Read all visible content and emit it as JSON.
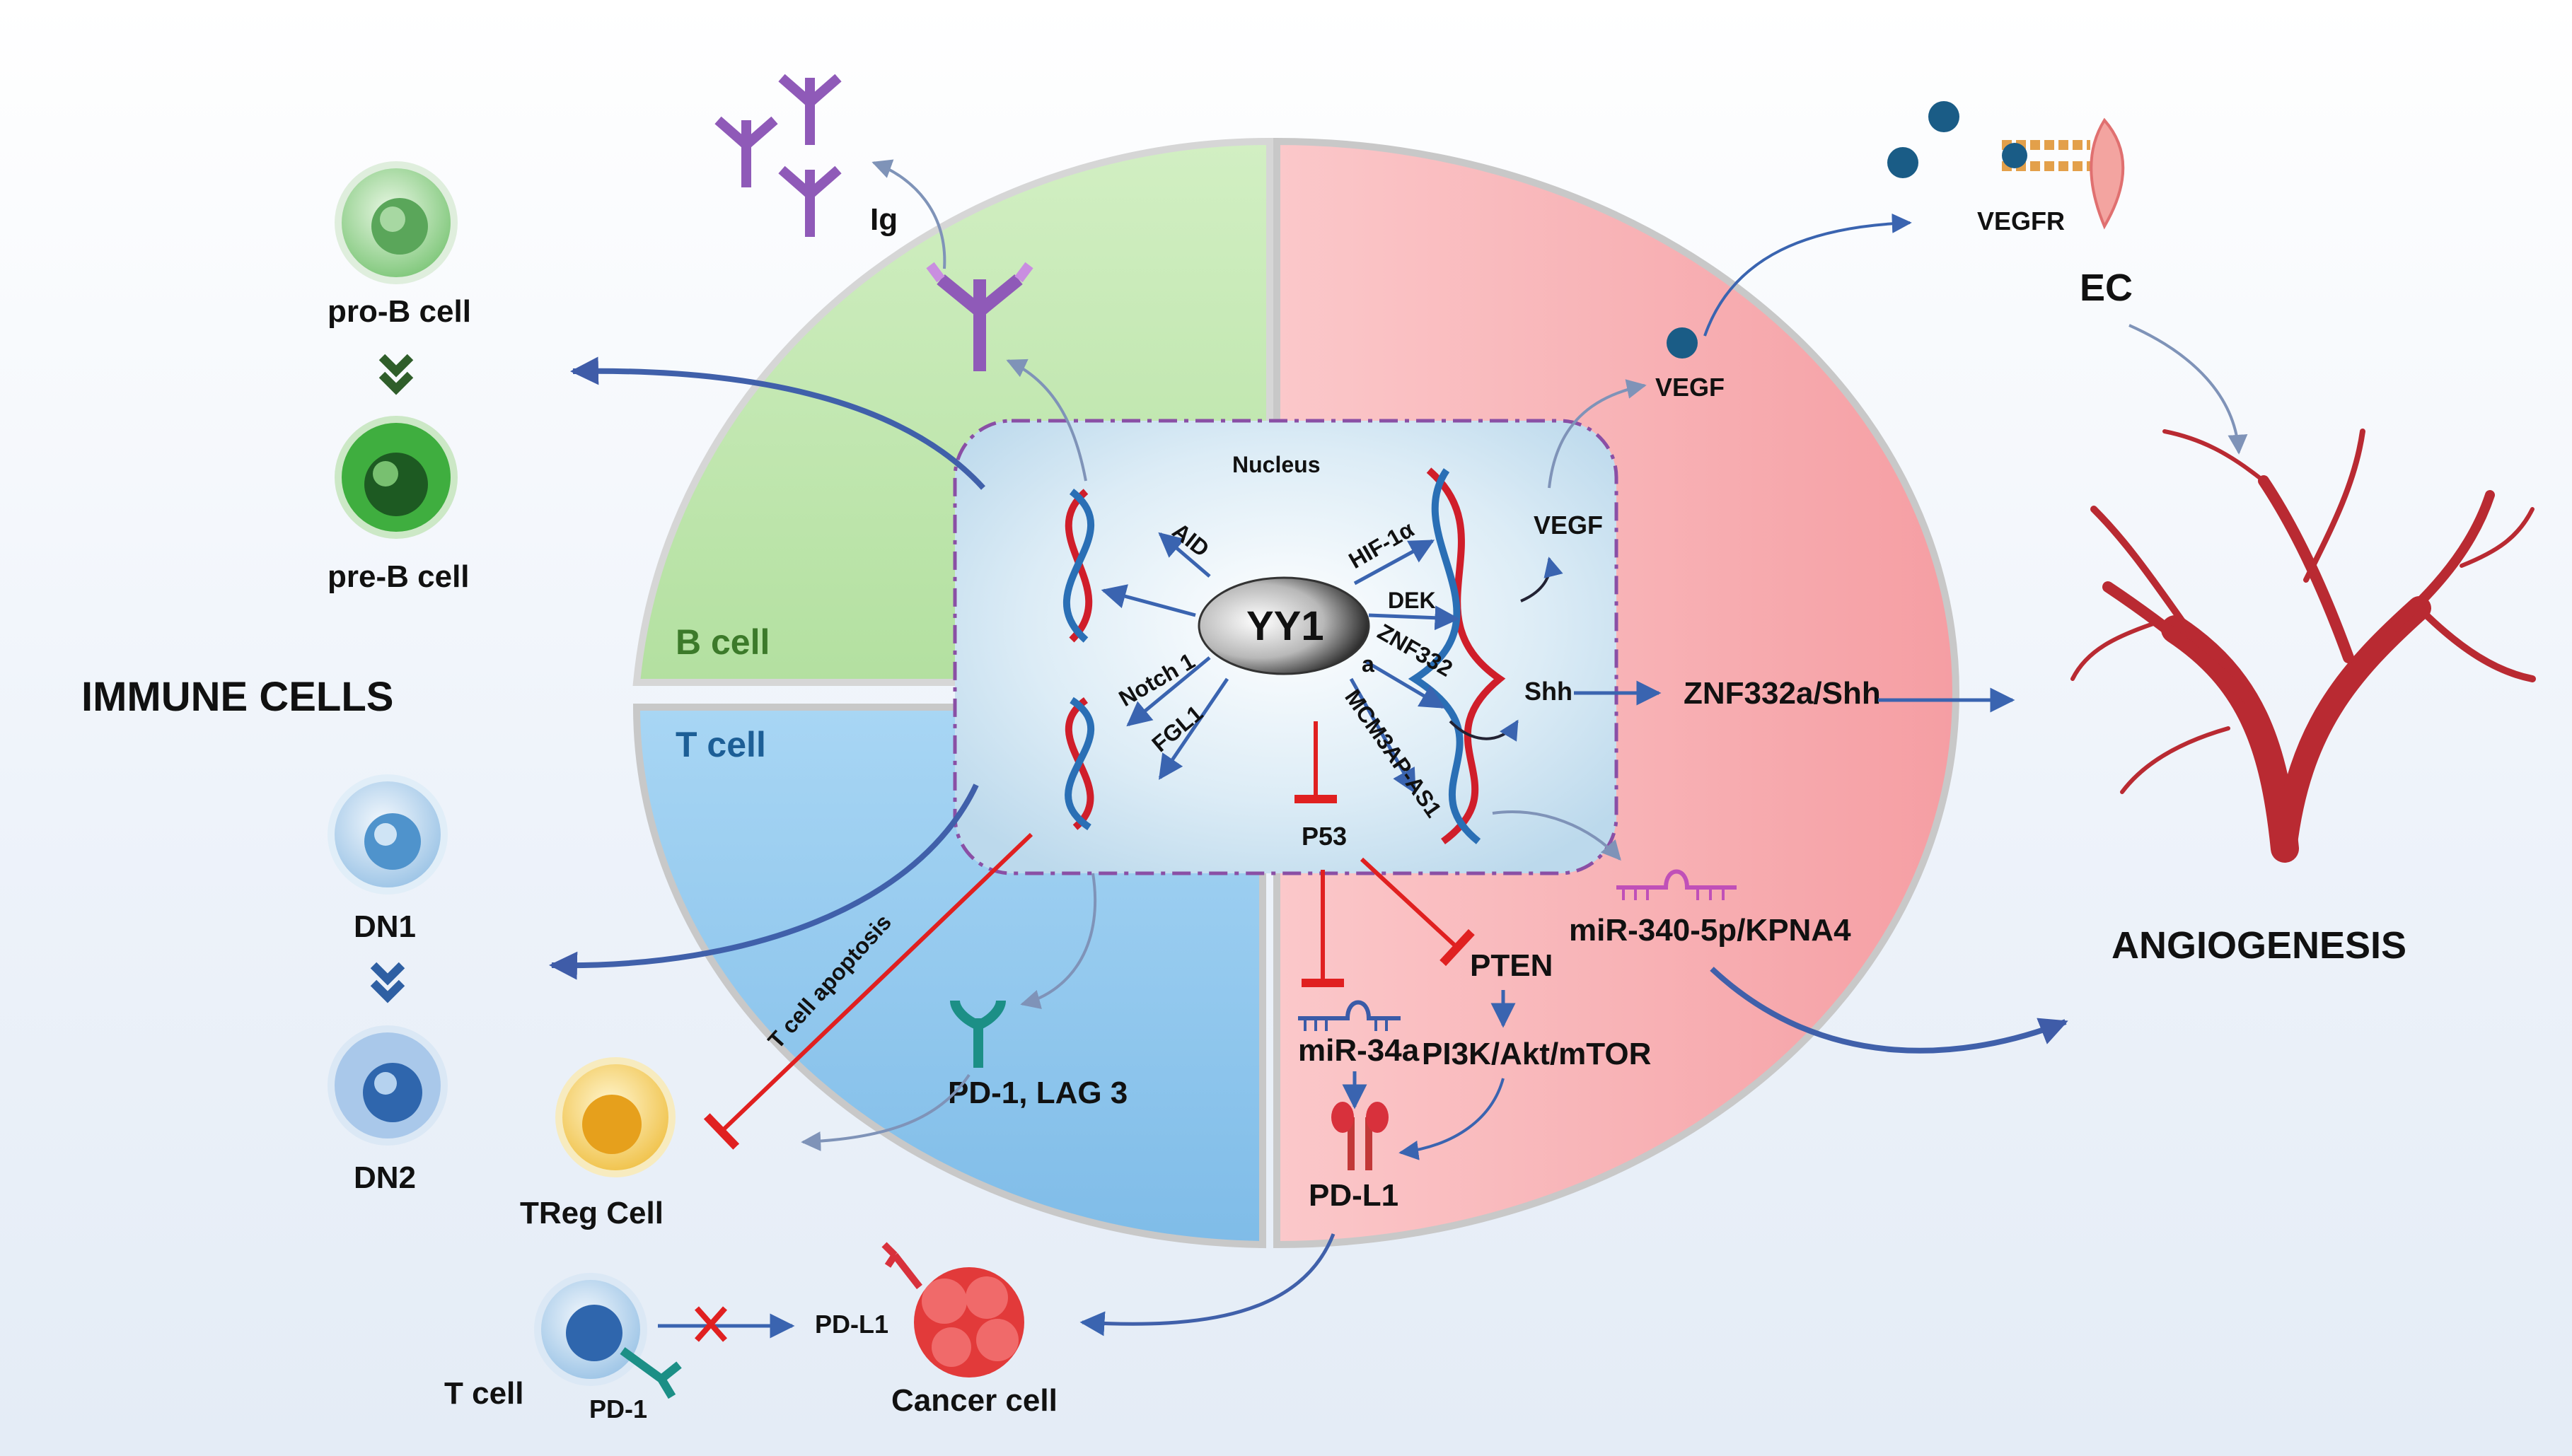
{
  "colors": {
    "b_cell_region": "#b9e4a8",
    "t_cell_region": "#8ec8ef",
    "angio_region": "#f8aeb2",
    "nucleus": "#c8e0ef",
    "arrow_blue": "#3a64b0",
    "inhibit_red": "#e02020",
    "dna_red": "#d01e2a",
    "dna_blue": "#2a6fb5"
  },
  "headings": {
    "immune_cells": "IMMUNE CELLS",
    "angiogenesis": "ANGIOGENESIS"
  },
  "regions": {
    "b_cell": "B cell",
    "t_cell": "T cell"
  },
  "nucleus": {
    "label": "Nucleus",
    "center": "YY1"
  },
  "b_lineage": {
    "pro_b": "pro-B cell",
    "pre_b": "pre-B cell",
    "ig": "Ig"
  },
  "t_lineage": {
    "dn1": "DN1",
    "dn2": "DN2",
    "treg": "TReg Cell",
    "t_cell": "T cell",
    "pd1": "PD-1",
    "pd_l1_cancer": "PD-L1",
    "cancer_cell": "Cancer cell"
  },
  "yy1_targets_left": {
    "aid": "AID",
    "notch1": "Notch 1",
    "fgl1": "FGL1"
  },
  "yy1_targets_right": {
    "hif1a": "HIF-1α",
    "dek": "DEK",
    "znf332": "ZNF332",
    "znf332_a": "a",
    "mcm3ap": "MCM3AP-AS1"
  },
  "angio_path": {
    "vegf_inner": "VEGF",
    "vegf_outer": "VEGF",
    "vegfr": "VEGFR",
    "ec": "EC",
    "shh": "Shh",
    "znf332a_shh": "ZNF332a/Shh",
    "mir340": "miR-340-5p/KPNA4"
  },
  "p53_path": {
    "p53": "P53",
    "pten": "PTEN",
    "pi3k": "PI3K/Akt/mTOR",
    "mir34a": "miR-34a",
    "pd_l1": "PD-L1"
  },
  "t_region": {
    "apoptosis": "T cell apoptosis",
    "pd1_lag3": "PD-1, LAG 3"
  }
}
